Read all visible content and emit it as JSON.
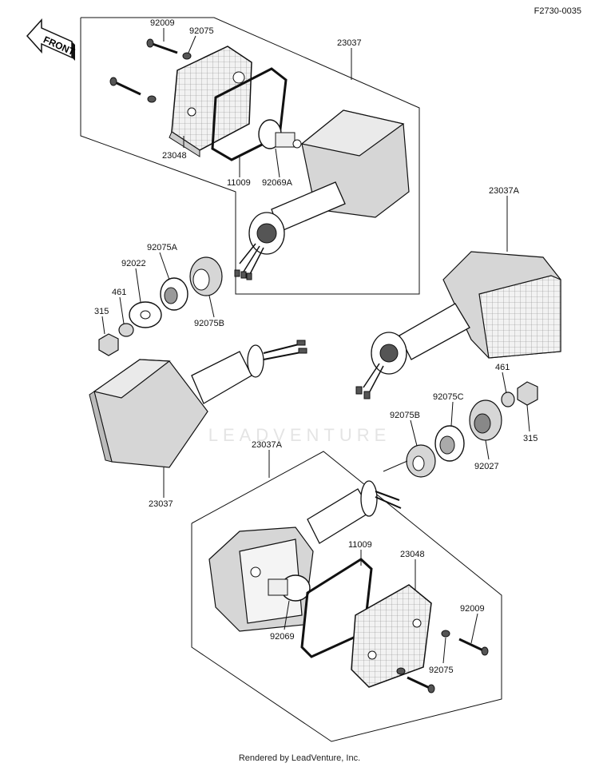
{
  "figure_ref": "F2730-0035",
  "front_label": "FRONT",
  "watermark": "LEADVENTURE",
  "footer": "Rendered by LeadVenture, Inc.",
  "callouts": [
    {
      "id": "92009_top",
      "text": "92009"
    },
    {
      "id": "92075_top",
      "text": "92075"
    },
    {
      "id": "23037_top",
      "text": "23037"
    },
    {
      "id": "23048_top",
      "text": "23048"
    },
    {
      "id": "11009_top",
      "text": "11009"
    },
    {
      "id": "92069A",
      "text": "92069A"
    },
    {
      "id": "23037A_right",
      "text": "23037A"
    },
    {
      "id": "92075A",
      "text": "92075A"
    },
    {
      "id": "92022",
      "text": "92022"
    },
    {
      "id": "461_left",
      "text": "461"
    },
    {
      "id": "315_left",
      "text": "315"
    },
    {
      "id": "92075B_left",
      "text": "92075B"
    },
    {
      "id": "461_right",
      "text": "461"
    },
    {
      "id": "92075C",
      "text": "92075C"
    },
    {
      "id": "92075B_right",
      "text": "92075B"
    },
    {
      "id": "315_right",
      "text": "315"
    },
    {
      "id": "92027",
      "text": "92027"
    },
    {
      "id": "23037_left",
      "text": "23037"
    },
    {
      "id": "23037A_bottom",
      "text": "23037A"
    },
    {
      "id": "11009_bottom",
      "text": "11009"
    },
    {
      "id": "23048_bottom",
      "text": "23048"
    },
    {
      "id": "92009_bottom",
      "text": "92009"
    },
    {
      "id": "92069",
      "text": "92069"
    },
    {
      "id": "92075_bottom",
      "text": "92075"
    }
  ]
}
